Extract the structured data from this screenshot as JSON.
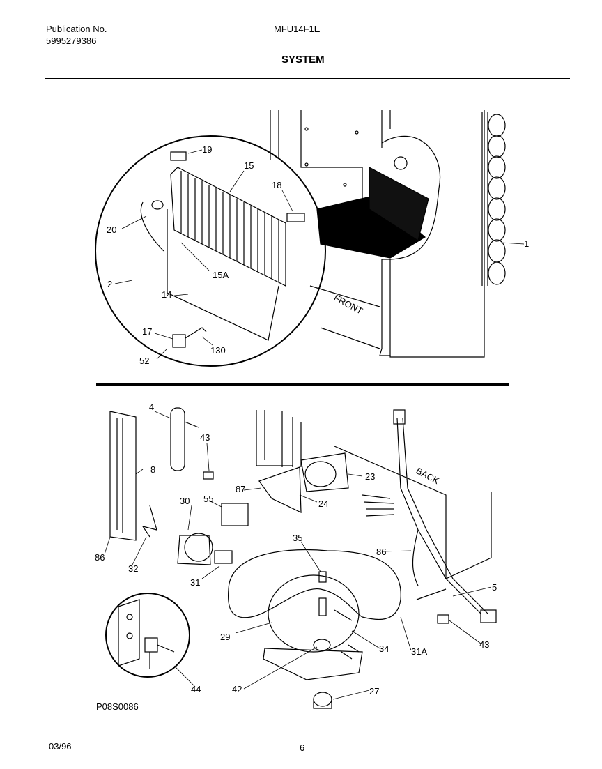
{
  "header": {
    "publication_label": "Publication No.",
    "publication_number": "5995279386",
    "model": "MFU14F1E",
    "section_title": "SYSTEM"
  },
  "upper_diagram": {
    "front_label": "FRONT",
    "callouts": [
      "19",
      "15",
      "18",
      "20",
      "15A",
      "2",
      "14",
      "17",
      "130",
      "52",
      "1"
    ]
  },
  "lower_diagram": {
    "back_label": "BACK",
    "callouts": [
      "4",
      "43",
      "8",
      "87",
      "55",
      "30",
      "23",
      "24",
      "35",
      "86",
      "86",
      "32",
      "31",
      "5",
      "29",
      "34",
      "31A",
      "43",
      "44",
      "42",
      "27"
    ]
  },
  "footer": {
    "drawing_id": "P08S0086",
    "date": "03/96",
    "page_number": "6"
  }
}
